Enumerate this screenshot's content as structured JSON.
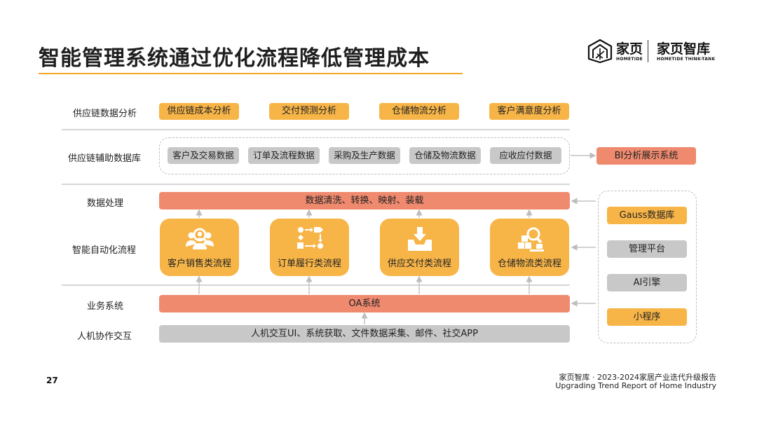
{
  "title": "智能管理系统通过优化流程降低管理成本",
  "brand": {
    "name1": "家页",
    "name1_en": "HOMETIDE",
    "name2": "家页智库",
    "name2_en": "HOMETIDE THINK-TANK",
    "accent": "#f7b548",
    "red": "#ef8a6f",
    "gray": "#c8c8c8"
  },
  "rows": {
    "analysis": {
      "label": "供应链数据分析",
      "items": [
        "供应链成本分析",
        "交付预测分析",
        "仓储物流分析",
        "客户满意度分析"
      ]
    },
    "database": {
      "label": "供应链辅助数据库",
      "items": [
        "客户及交易数据",
        "订单及流程数据",
        "采购及生产数据",
        "仓储及物流数据",
        "应收应付数据"
      ],
      "bi": "BI分析展示系统"
    },
    "processing": {
      "label": "数据处理",
      "bar": "数据清洗、转换、映射、装载"
    },
    "automation": {
      "label": "智能自动化流程",
      "cards": [
        {
          "label": "客户销售类流程",
          "icon": "customer-search-icon"
        },
        {
          "label": "订单履行类流程",
          "icon": "flowchart-icon"
        },
        {
          "label": "供应交付类流程",
          "icon": "inbox-download-icon"
        },
        {
          "label": "仓储物流类流程",
          "icon": "warehouse-search-icon"
        }
      ]
    },
    "business": {
      "label": "业务系统",
      "bar": "OA系统"
    },
    "interaction": {
      "label": "人机协作交互",
      "bar": "人机交互UI、系统获取、文件数据采集、邮件、社交APP"
    }
  },
  "side": [
    "Gauss数据库",
    "管理平台",
    "AI引擎",
    "小程序"
  ],
  "footer": {
    "page": "27",
    "line1": "家页智库 · 2023-2024家居产业迭代升级报告",
    "line2": "Upgrading Trend Report of Home Industry"
  }
}
